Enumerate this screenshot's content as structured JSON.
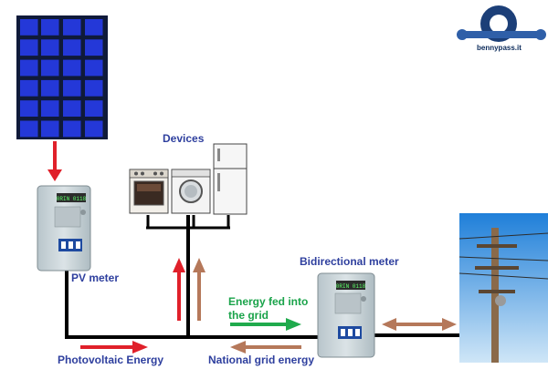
{
  "labels": {
    "devices": "Devices",
    "pv_meter": "PV meter",
    "bidirectional_meter": "Bidirectional meter",
    "energy_fed_line1": "Energy fed into",
    "energy_fed_line2": "the grid",
    "photovoltaic_energy": "Photovoltaic Energy",
    "national_grid_energy": "National grid energy"
  },
  "meter_display": {
    "pv": "0RIN 0118",
    "bidirectional": "0RIN 0118"
  },
  "logo": {
    "text": "bennypass.it",
    "icon": "gear-wrench-icon"
  },
  "colors": {
    "label_blue": "#2e3f9e",
    "label_green": "#1aa34a",
    "pv_arrow_red": "#e0202a",
    "grid_arrow_brown": "#b5785a",
    "fed_arrow_green": "#1faa4c",
    "wire": "#000000",
    "panel_cell": "#2438d8",
    "meter_body": "#c9d3d8"
  }
}
